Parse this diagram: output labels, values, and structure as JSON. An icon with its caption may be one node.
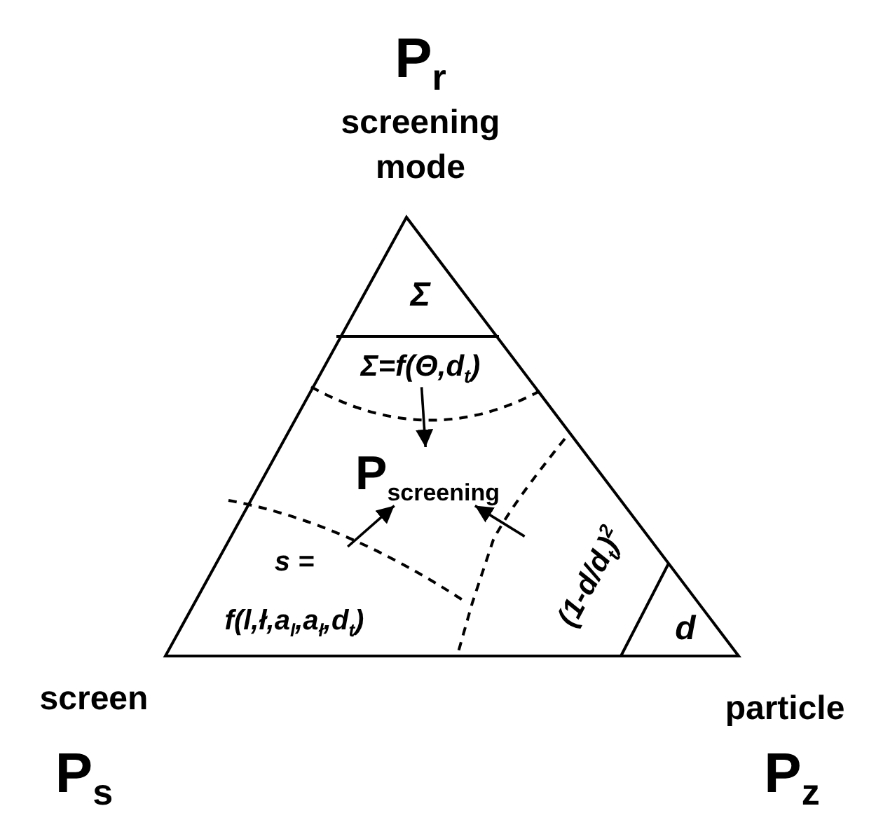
{
  "diagram": {
    "nodes": [
      {
        "text": [
          "Σ"
        ]
      },
      {
        "text": [
          "Σ=f(Θ,d$_{t}$)"
        ]
      },
      {
        "text": [
          "P$_{screening}$"
        ]
      },
      {
        "text": [
          "(1-d/d$_{t}$)$^{2}$"
        ]
      },
      {
        "text": [
          "s = f(l,ł,a$_{l}$,a$_{ł}$,d$_{t}$)"
        ]
      },
      {
        "text": [
          "d"
        ]
      }
    ],
    "edges": [
      {
        "from": 1,
        "to": 2,
        "arrow": "to"
      },
      {
        "from": 4,
        "to": 2,
        "arrow": "to"
      },
      {
        "from": 3,
        "to": 2,
        "arrow": "to"
      }
    ],
    "labels": [
      "P$_{r}$",
      "screening mode",
      "screen",
      "particle",
      "P$_{s}$",
      "P$_{z}$"
    ]
  }
}
